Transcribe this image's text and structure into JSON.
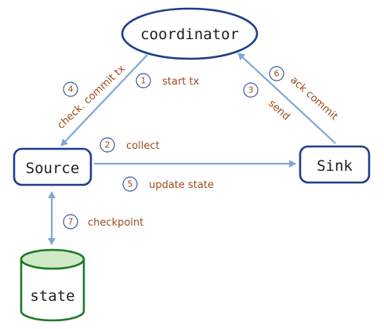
{
  "colors": {
    "node_stroke": "#1d3f88",
    "db_fill": "#cfe9c6",
    "db_stroke": "#1e7a2a",
    "edge": "#7fa8d8",
    "step_text": "#9c4a1c",
    "step_circle": "#3a5b9a"
  },
  "nodes": {
    "coordinator": "coordinator",
    "source": "Source",
    "sink": "Sink",
    "state": "state"
  },
  "steps": [
    {
      "num": "1",
      "label": "start tx"
    },
    {
      "num": "2",
      "label": "collect"
    },
    {
      "num": "3",
      "label": "send"
    },
    {
      "num": "4",
      "label": "check. commit tx"
    },
    {
      "num": "5",
      "label": "update state"
    },
    {
      "num": "6",
      "label": "ack commit"
    },
    {
      "num": "7",
      "label": "checkpoint"
    }
  ]
}
